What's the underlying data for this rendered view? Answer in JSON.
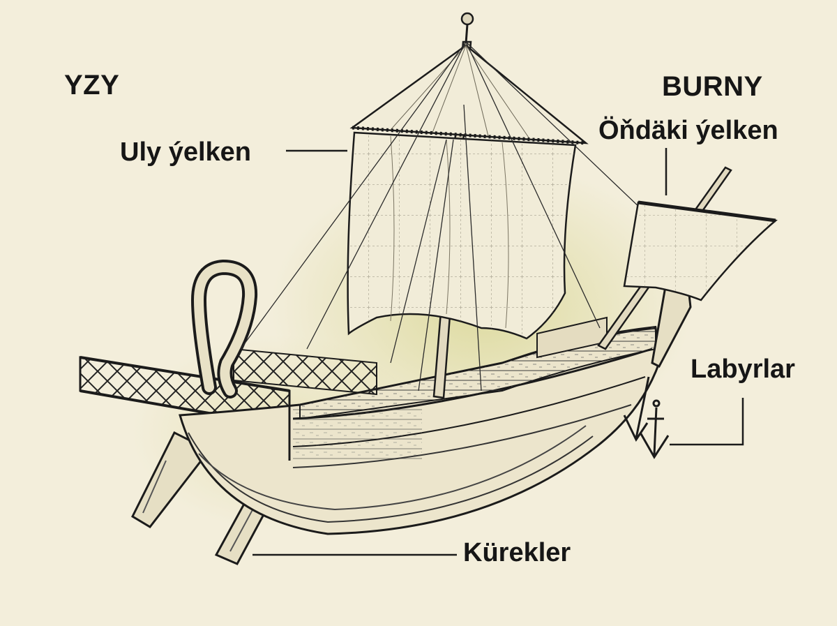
{
  "labels": {
    "stern": "YZY",
    "bow": "BURNY",
    "main_sail": "Uly ýelken",
    "fore_sail": "Öňdäki ýelken",
    "anchors": "Labyrlar",
    "oars": "Kürekler"
  },
  "colors": {
    "background": "#f3eedb",
    "highlight": "#d6d48c",
    "ink": "#161616",
    "sail": "#f1ecd8",
    "hull": "#ece5cc"
  }
}
